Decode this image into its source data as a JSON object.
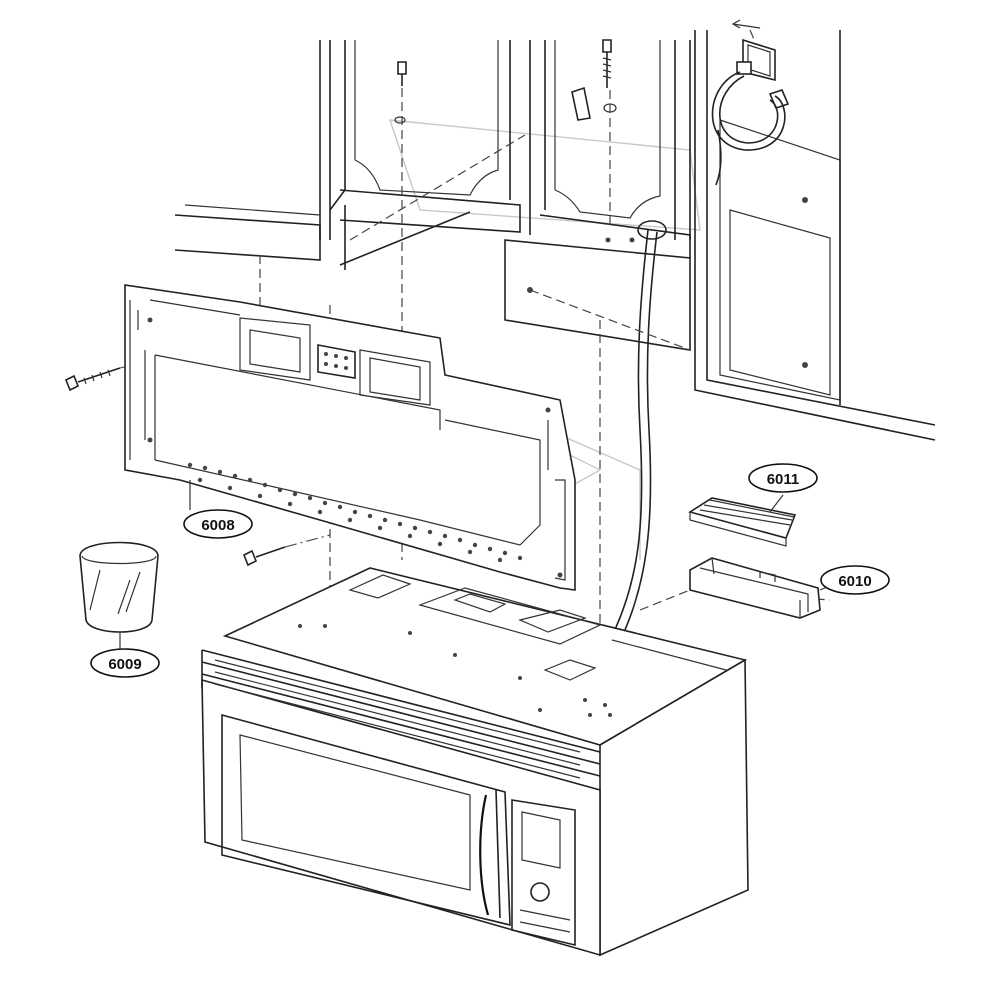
{
  "callouts": {
    "p6008": "6008",
    "p6009": "6009",
    "p6010": "6010",
    "p6011": "6011"
  }
}
